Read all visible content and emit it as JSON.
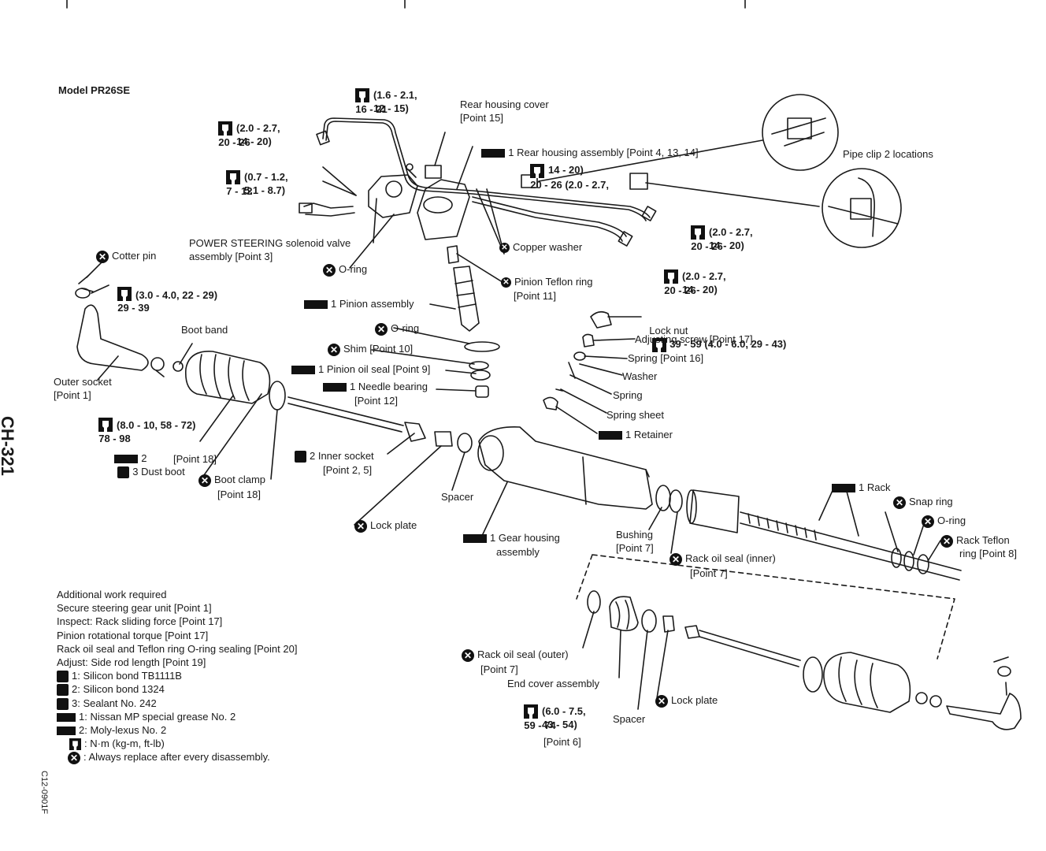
{
  "page": {
    "side_label": "CH-321",
    "image_code": "C12-0901F",
    "model": "Model PR26SE"
  },
  "callouts": {
    "torque_16_21": [
      "16 - 21",
      "(1.6 - 2.1,",
      "12 - 15)"
    ],
    "torque_20_26_a": [
      "20 - 26",
      "(2.0 - 2.7,",
      "14 - 20)"
    ],
    "torque_7_12": [
      "7 - 12",
      "(0.7 - 1.2,",
      "5.1 - 8.7)"
    ],
    "rear_housing_cover": [
      "Rear housing cover",
      "[Point 15]"
    ],
    "rear_housing_assembly": "1 Rear housing assembly [Point 4, 13, 14]",
    "torque_20_26_b": [
      "20 - 26 (2.0 - 2.7,",
      "14 - 20)"
    ],
    "pipe_clip": "Pipe clip 2 locations",
    "torque_20_26_c": [
      "20 - 26",
      "(2.0 - 2.7,",
      "14 - 20)"
    ],
    "torque_20_26_d": [
      "20 - 26",
      "(2.0 - 2.7,",
      "14 - 20)"
    ],
    "solenoid_valve": [
      "POWER STEERING solenoid valve",
      "assembly [Point 3]"
    ],
    "o_ring_1": "O-ring",
    "copper_washer": "Copper washer",
    "pinion_teflon_ring": [
      "Pinion Teflon ring",
      "[Point 11]"
    ],
    "cotter_pin": "Cotter pin",
    "torque_29_39": [
      "29 - 39",
      "(3.0 - 4.0, 22 - 29)"
    ],
    "pinion_assembly": "1 Pinion assembly",
    "o_ring_2": "O-ring",
    "shim": "Shim [Point 10]",
    "pinion_oil_seal": "1 Pinion oil seal [Point 9]",
    "needle_bearing": [
      "1 Needle bearing",
      "[Point 12]"
    ],
    "lock_nut": "Lock nut",
    "lock_nut_torque": "39 - 59 (4.0 - 6.0, 29 - 43)",
    "adjusting_screw": "Adjusting screw [Point 17]",
    "spring_16": "Spring [Point 16]",
    "washer": "Washer",
    "spring": "Spring",
    "spring_sheet": "Spring sheet",
    "retainer": "1 Retainer",
    "boot_band": "Boot band",
    "outer_socket": [
      "Outer socket",
      "[Point 1]"
    ],
    "torque_78_98": [
      "78 - 98",
      "(8.0 - 10, 58 - 72)"
    ],
    "dust_boot_prefix": "2",
    "dust_boot": [
      "3 Dust boot",
      "[Point 18]"
    ],
    "boot_clamp": [
      "Boot clamp",
      "[Point 18]"
    ],
    "inner_socket": [
      "2 Inner socket",
      "[Point 2, 5]"
    ],
    "spacer_1": "Spacer",
    "lock_plate_1": "Lock plate",
    "gear_housing": [
      "1 Gear housing",
      "assembly"
    ],
    "bushing": [
      "Bushing",
      "[Point 7]"
    ],
    "rack_oil_seal_inner": [
      "Rack oil seal (inner)",
      "[Point 7]"
    ],
    "rack": "1 Rack",
    "snap_ring": "Snap ring",
    "o_ring_3": "O-ring",
    "rack_teflon_ring": [
      "Rack Teflon",
      "ring [Point 8]"
    ],
    "rack_oil_seal_outer": [
      "Rack oil seal (outer)",
      "[Point 7]"
    ],
    "end_cover_assembly": "End cover assembly",
    "torque_59_74": [
      "59 - 74",
      "(6.0 - 7.5,",
      "43 - 54)",
      "[Point 6]"
    ],
    "spacer_2": "Spacer",
    "lock_plate_2": "Lock plate"
  },
  "legend": {
    "lines": [
      "Additional work required",
      "Secure steering gear unit [Point 1]",
      "Inspect: Rack sliding force [Point 17]",
      "Pinion rotational torque [Point 17]",
      "Rack oil seal and Teflon ring O-ring sealing [Point 20]",
      "Adjust: Side rod length [Point 19]"
    ],
    "bond1": "1: Silicon bond TB1111B",
    "bond2": "2: Silicon bond 1324",
    "bond3": "3: Sealant No. 242",
    "grease1": "1: Nissan MP special grease No. 2",
    "grease2": "2: Moly-lexus No. 2",
    "torque_unit": ": N·m (kg-m, ft-lb)",
    "replace": ": Always replace after every disassembly."
  },
  "icons": {
    "replace": "x-circle-icon",
    "torque": "torque-wrench-icon",
    "grease": "grease-icon",
    "bond": "sealant-icon"
  },
  "colors": {
    "ink": "#1a1a1a",
    "paper": "#ffffff"
  }
}
